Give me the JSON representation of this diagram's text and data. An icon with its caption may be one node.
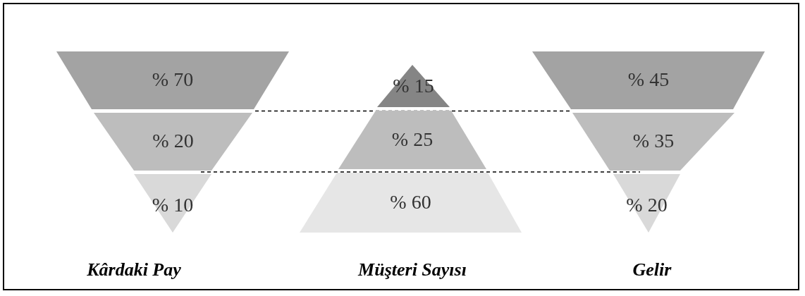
{
  "diagram": {
    "nodes": [
      {
        "text": [
          "% 70"
        ]
      },
      {
        "text": [
          "% 20"
        ]
      },
      {
        "text": [
          "% 10"
        ]
      },
      {
        "text": [
          "% 15"
        ]
      },
      {
        "text": [
          "% 25"
        ]
      },
      {
        "text": [
          "% 60"
        ]
      },
      {
        "text": [
          "% 45"
        ]
      },
      {
        "text": [
          "% 35"
        ]
      },
      {
        "text": [
          "% 20"
        ]
      }
    ],
    "edges": [],
    "labels": [
      "Kârdaki Pay",
      "Müşteri Sayısı",
      "Gelir"
    ]
  }
}
